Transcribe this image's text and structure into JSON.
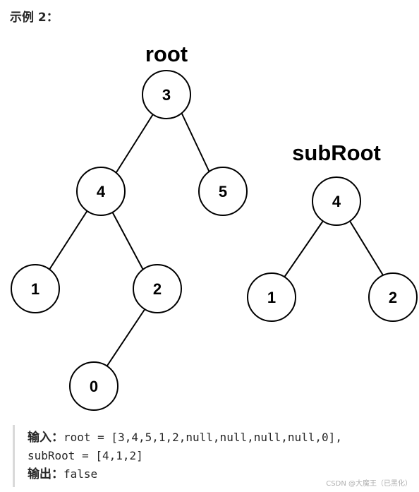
{
  "heading": "示例 2：",
  "trees": {
    "root": {
      "title": "root",
      "nodes": [
        "3",
        "4",
        "5",
        "1",
        "2",
        "0"
      ]
    },
    "subRoot": {
      "title": "subRoot",
      "nodes": [
        "4",
        "1",
        "2"
      ]
    }
  },
  "example": {
    "input_label": "输入：",
    "input_line1": "root = [3,4,5,1,2,null,null,null,null,0],",
    "input_line2": "subRoot = [4,1,2]",
    "output_label": "输出：",
    "output_value": "false"
  },
  "watermark": "CSDN @大魔王（已黑化）"
}
